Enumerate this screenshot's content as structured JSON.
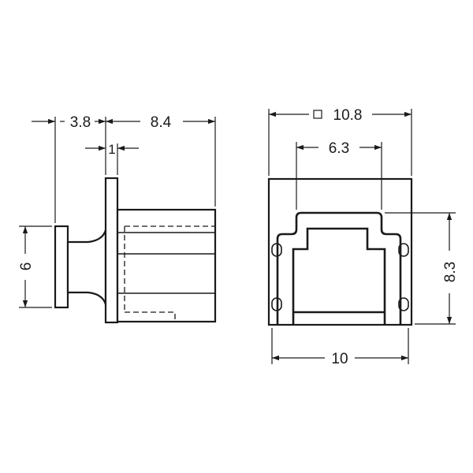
{
  "side_view": {
    "dim_overall_depth": "3.8",
    "dim_body_length": "8.4",
    "dim_flange_thickness": "1",
    "dim_knob_height": "6"
  },
  "front_view": {
    "dim_square_width": "10.8",
    "dim_opening_width": "6.3",
    "dim_height": "8.3",
    "dim_base_width": "10"
  },
  "colors": {
    "line": "#1a1a1a",
    "background": "#ffffff"
  }
}
